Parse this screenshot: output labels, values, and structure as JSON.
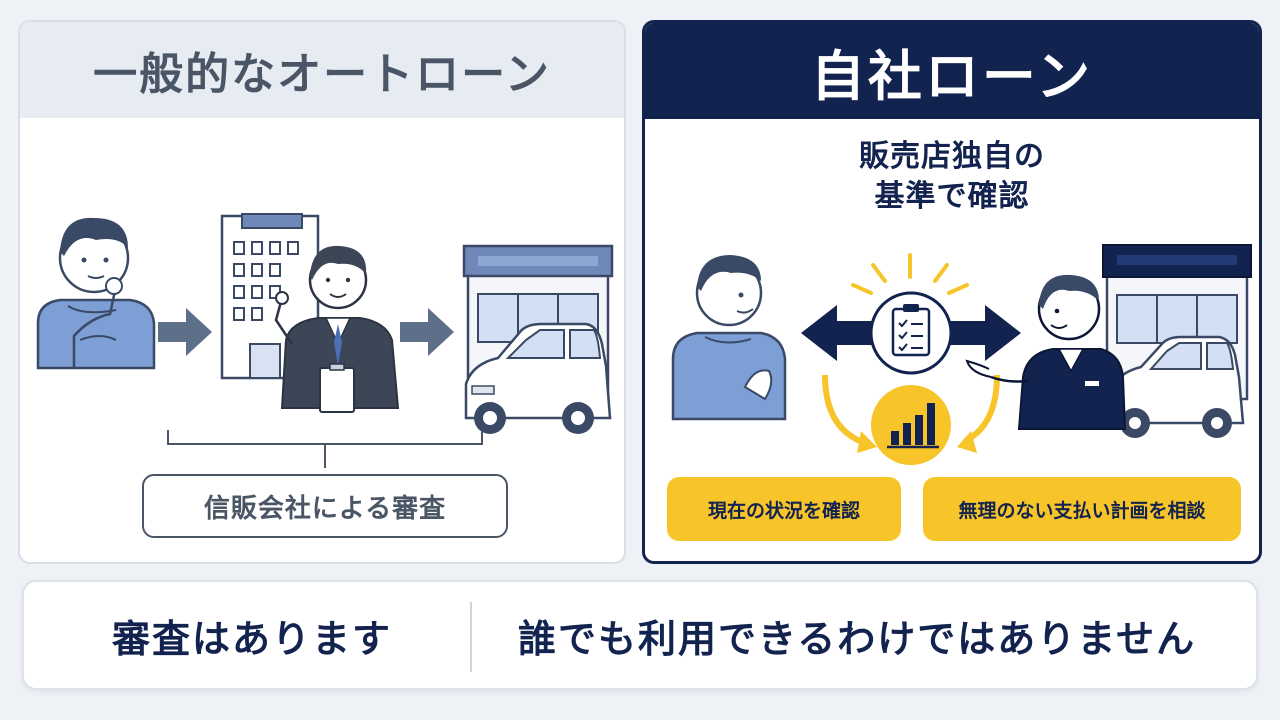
{
  "left_panel": {
    "title": "一般的なオートローン",
    "review_label": "信販会社による審査"
  },
  "right_panel": {
    "title": "自社ローン",
    "criteria_line1": "販売店独自の",
    "criteria_line2": "基準で確認",
    "badge_status": "現在の状況を確認",
    "badge_plan": "無理のない支払い計画を相談"
  },
  "footer": {
    "left_text": "審査はあります",
    "right_text": "誰でも利用できるわけではありません"
  },
  "colors": {
    "navy": "#13234f",
    "gray_text": "#4a5566",
    "yellow": "#f7c52a",
    "light_blue": "#7e9fd6",
    "arrow_gray": "#5e6f8a"
  },
  "icons": [
    "person-thinking-icon",
    "arrow-right-icon",
    "building-icon",
    "salesman-icon",
    "car-dealer-icon",
    "car-icon",
    "clipboard-checklist-icon",
    "bar-chart-icon",
    "double-arrow-icon",
    "staff-person-icon"
  ]
}
